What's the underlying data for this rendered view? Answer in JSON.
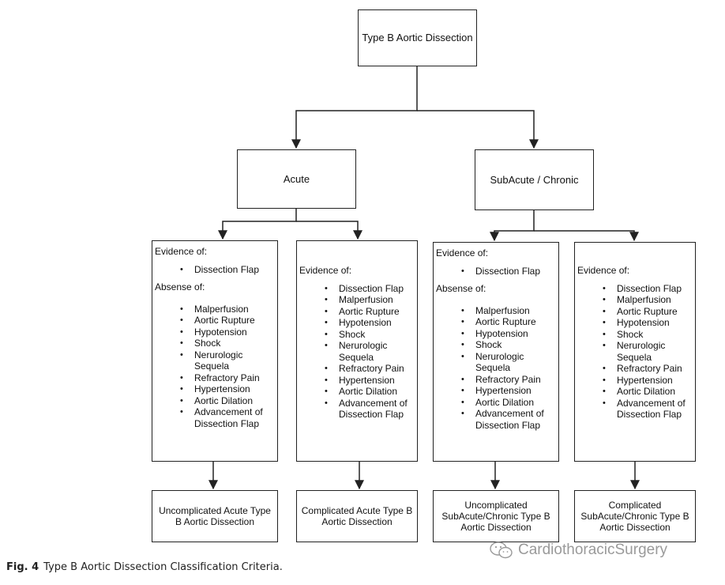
{
  "root": {
    "label": "Type B Aortic Dissection"
  },
  "branches": [
    {
      "label": "Acute"
    },
    {
      "label": "SubAcute / Chronic"
    }
  ],
  "criteria": [
    {
      "evidence_label": "Evidence of:",
      "evidence": [
        "Dissection Flap"
      ],
      "absence_label": "Absense of:",
      "absence": [
        "Malperfusion",
        "Aortic Rupture",
        "Hypotension",
        "Shock",
        "Nerurologic Sequela",
        "Refractory Pain",
        "Hypertension",
        "Aortic Dilation",
        "Advancement of Dissection Flap"
      ]
    },
    {
      "evidence_label": "Evidence of:",
      "evidence": [
        "Dissection Flap",
        "Malperfusion",
        "Aortic Rupture",
        "Hypotension",
        "Shock",
        "Nerurologic Sequela",
        "Refractory Pain",
        "Hypertension",
        "Aortic Dilation",
        "Advancement of Dissection Flap"
      ]
    },
    {
      "evidence_label": "Evidence of:",
      "evidence": [
        "Dissection Flap"
      ],
      "absence_label": "Absense of:",
      "absence": [
        "Malperfusion",
        "Aortic Rupture",
        "Hypotension",
        "Shock",
        "Nerurologic Sequela",
        "Refractory Pain",
        "Hypertension",
        "Aortic Dilation",
        "Advancement of Dissection Flap"
      ]
    },
    {
      "evidence_label": "Evidence of:",
      "evidence": [
        "Dissection Flap",
        "Malperfusion",
        "Aortic Rupture",
        "Hypotension",
        "Shock",
        "Nerurologic Sequela",
        "Refractory Pain",
        "Hypertension",
        "Aortic Dilation",
        "Advancement of Dissection Flap"
      ]
    }
  ],
  "outcomes": [
    {
      "label": "Uncomplicated Acute Type B Aortic Dissection"
    },
    {
      "label": "Complicated Acute Type B Aortic Dissection"
    },
    {
      "label": "Uncomplicated SubAcute/Chronic Type B Aortic Dissection"
    },
    {
      "label": "Complicated SubAcute/Chronic Type B Aortic Dissection"
    }
  ],
  "caption": {
    "prefix": "Fig. 4",
    "text": "Type B Aortic Dissection Classification Criteria."
  },
  "watermark": {
    "text": "CardiothoracicSurgery",
    "icon": "wechat-icon"
  },
  "colors": {
    "line": "#222222",
    "watermark": "#9a9a9a"
  }
}
